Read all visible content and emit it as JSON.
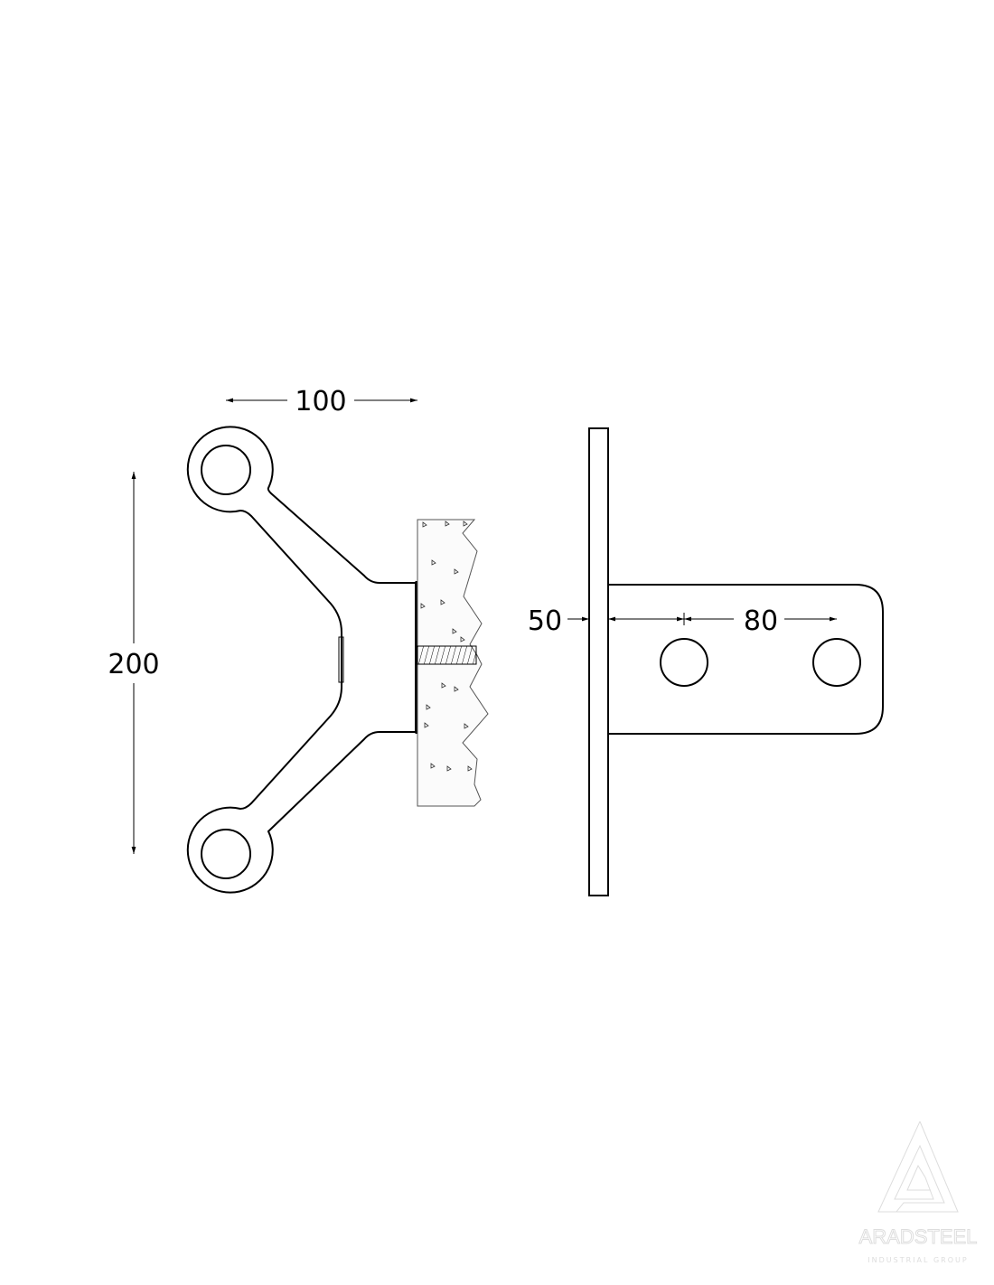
{
  "dimensions": {
    "width_spider": "100",
    "height_spider": "200",
    "plate_offset": "50",
    "hole_spacing": "80"
  },
  "logo": {
    "name": "ARADSTEEL",
    "tagline": "INDUSTRIAL GROUP"
  }
}
